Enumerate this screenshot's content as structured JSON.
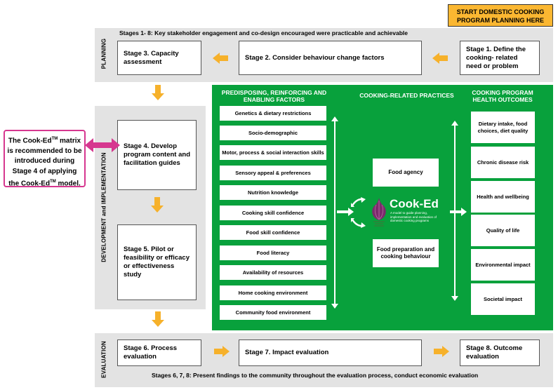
{
  "start_box": {
    "line1": "START DOMESTIC COOKING",
    "line2": "PROGRAM PLANNING HERE"
  },
  "top_note": "Stages 1- 8: Key stakeholder engagement and co-design encouraged were practicable and achievable",
  "bottom_note": "Stages 6, 7, 8: Present findings to the community throughout the evaluation process, conduct economic evaluation",
  "phase_labels": {
    "planning": "PLANNING",
    "development": "DEVELOPMENT and IMPLEMENTATION",
    "evaluation": "EVALUATION"
  },
  "stages": {
    "s1": "Stage 1. Define the cooking- related need or problem",
    "s2": "Stage 2. Consider behaviour change factors",
    "s3": "Stage 3. Capacity assessment",
    "s4": "Stage 4. Develop program content and facilitation guides",
    "s5": "Stage 5. Pilot or feasibility or efficacy or effectiveness study",
    "s6": "Stage 6. Process evaluation",
    "s7": "Stage 7. Impact evaluation",
    "s8": "Stage 8. Outcome evaluation"
  },
  "callout": {
    "line1": "The Cook-Ed",
    "tm1": "TM",
    "line1b": " matrix",
    "line2": "is recommended to be",
    "line3": "introduced during",
    "line4": "Stage 4 of applying",
    "line5a": "the Cook-Ed",
    "tm2": "TM",
    "line5b": " model."
  },
  "green_panel": {
    "head_factors": "PREDISPOSING, REINFORCING AND ENABLING FACTORS",
    "head_practices": "COOKING-RELATED PRACTICES",
    "head_outcomes": "COOKING PROGRAM HEALTH OUTCOMES",
    "factors": [
      "Genetics & dietary restrictions",
      "Socio-demographic",
      "Motor, process & social interaction skills",
      "Sensory appeal & preferences",
      "Nutrition knowledge",
      "Cooking skill confidence",
      "Food skill confidence",
      "Food literacy",
      "Availability of resources",
      "Home cooking environment",
      "Community food environment"
    ],
    "practices": [
      "Food agency",
      "Food preparation and cooking behaviour"
    ],
    "outcomes": [
      "Dietary intake, food choices, diet quality",
      "Chronic disease risk",
      "Health and wellbeing",
      "Quality of life",
      "Environmental impact",
      "Societal impact"
    ],
    "logo": {
      "title": "Cook-Ed",
      "tagline": "A model to guide planning, implementation and evaluation of domestic cooking programs"
    }
  },
  "colors": {
    "orange": "#f6b12b",
    "green": "#08a13c",
    "magenta": "#d6378f",
    "band_gray": "#e3e3e3",
    "logo_purple": "#7b2b6c"
  }
}
